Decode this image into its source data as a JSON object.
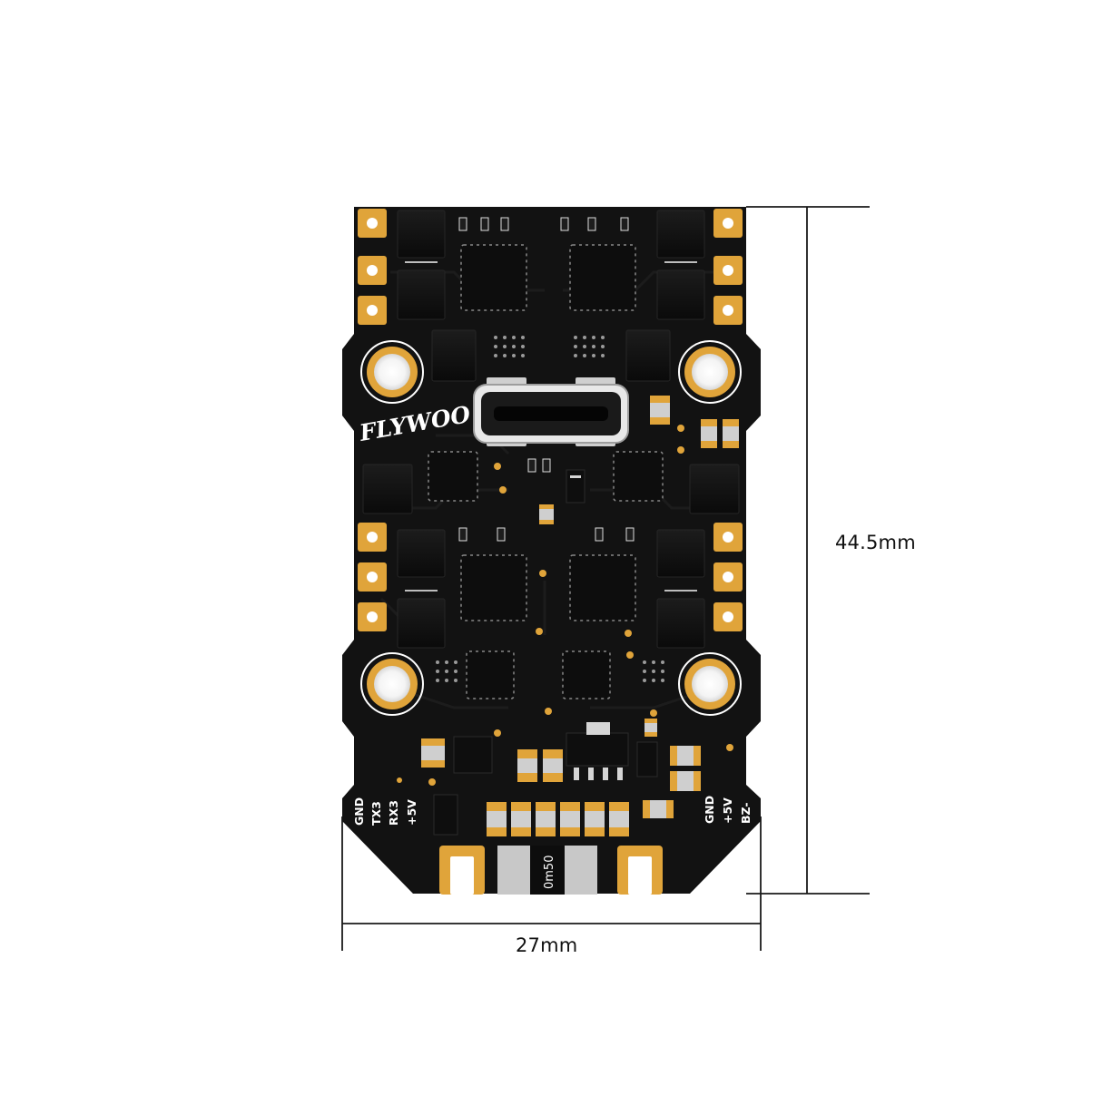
{
  "dimensions": {
    "height": "44.5mm",
    "width": "27mm"
  },
  "board": {
    "brand": "FLYWOO",
    "left_pads": [
      "GND",
      "TX3",
      "RX3",
      "+5V"
    ],
    "right_pads": [
      "GND",
      "+5V",
      "BZ-"
    ],
    "shunt_resistor": "0m50"
  },
  "colors": {
    "pcb": "#121212",
    "gold": "#e0a43a",
    "line": "#1a1a1a"
  }
}
